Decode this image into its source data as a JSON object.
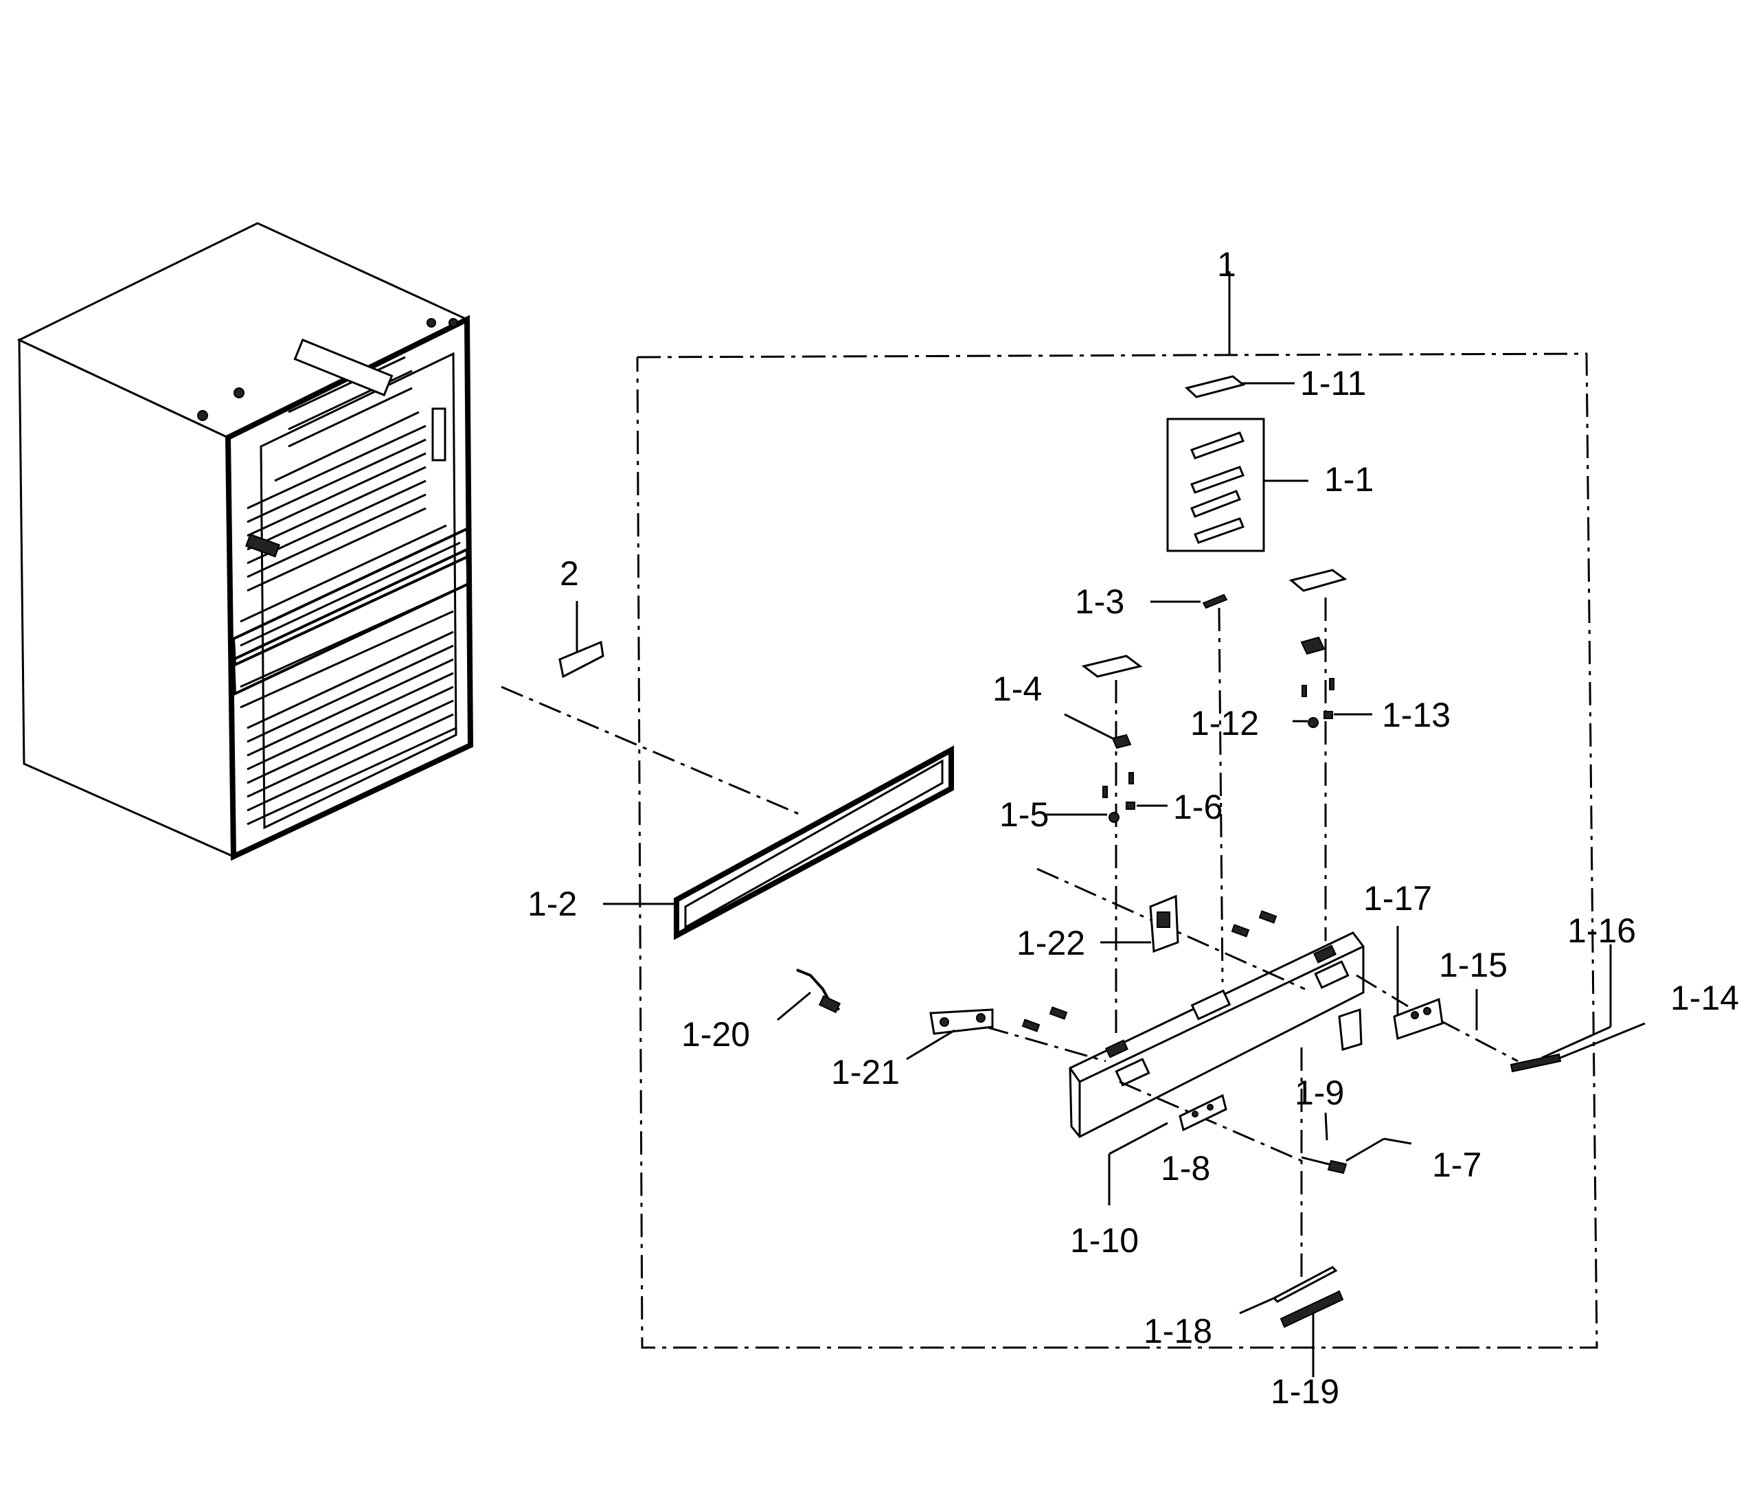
{
  "labels": {
    "1": "1",
    "2": "2",
    "1_1": "1-1",
    "1_2": "1-2",
    "1_3": "1-3",
    "1_4": "1-4",
    "1_5": "1-5",
    "1_6": "1-6",
    "1_7": "1-7",
    "1_8": "1-8",
    "1_9": "1-9",
    "1_10": "1-10",
    "1_11": "1-11",
    "1_12": "1-12",
    "1_13": "1-13",
    "1_14": "1-14",
    "1_15": "1-15",
    "1_16": "1-16",
    "1_17": "1-17",
    "1_18": "1-18",
    "1_19": "1-19",
    "1_20": "1-20",
    "1_21": "1-21",
    "1_22": "1-22"
  }
}
